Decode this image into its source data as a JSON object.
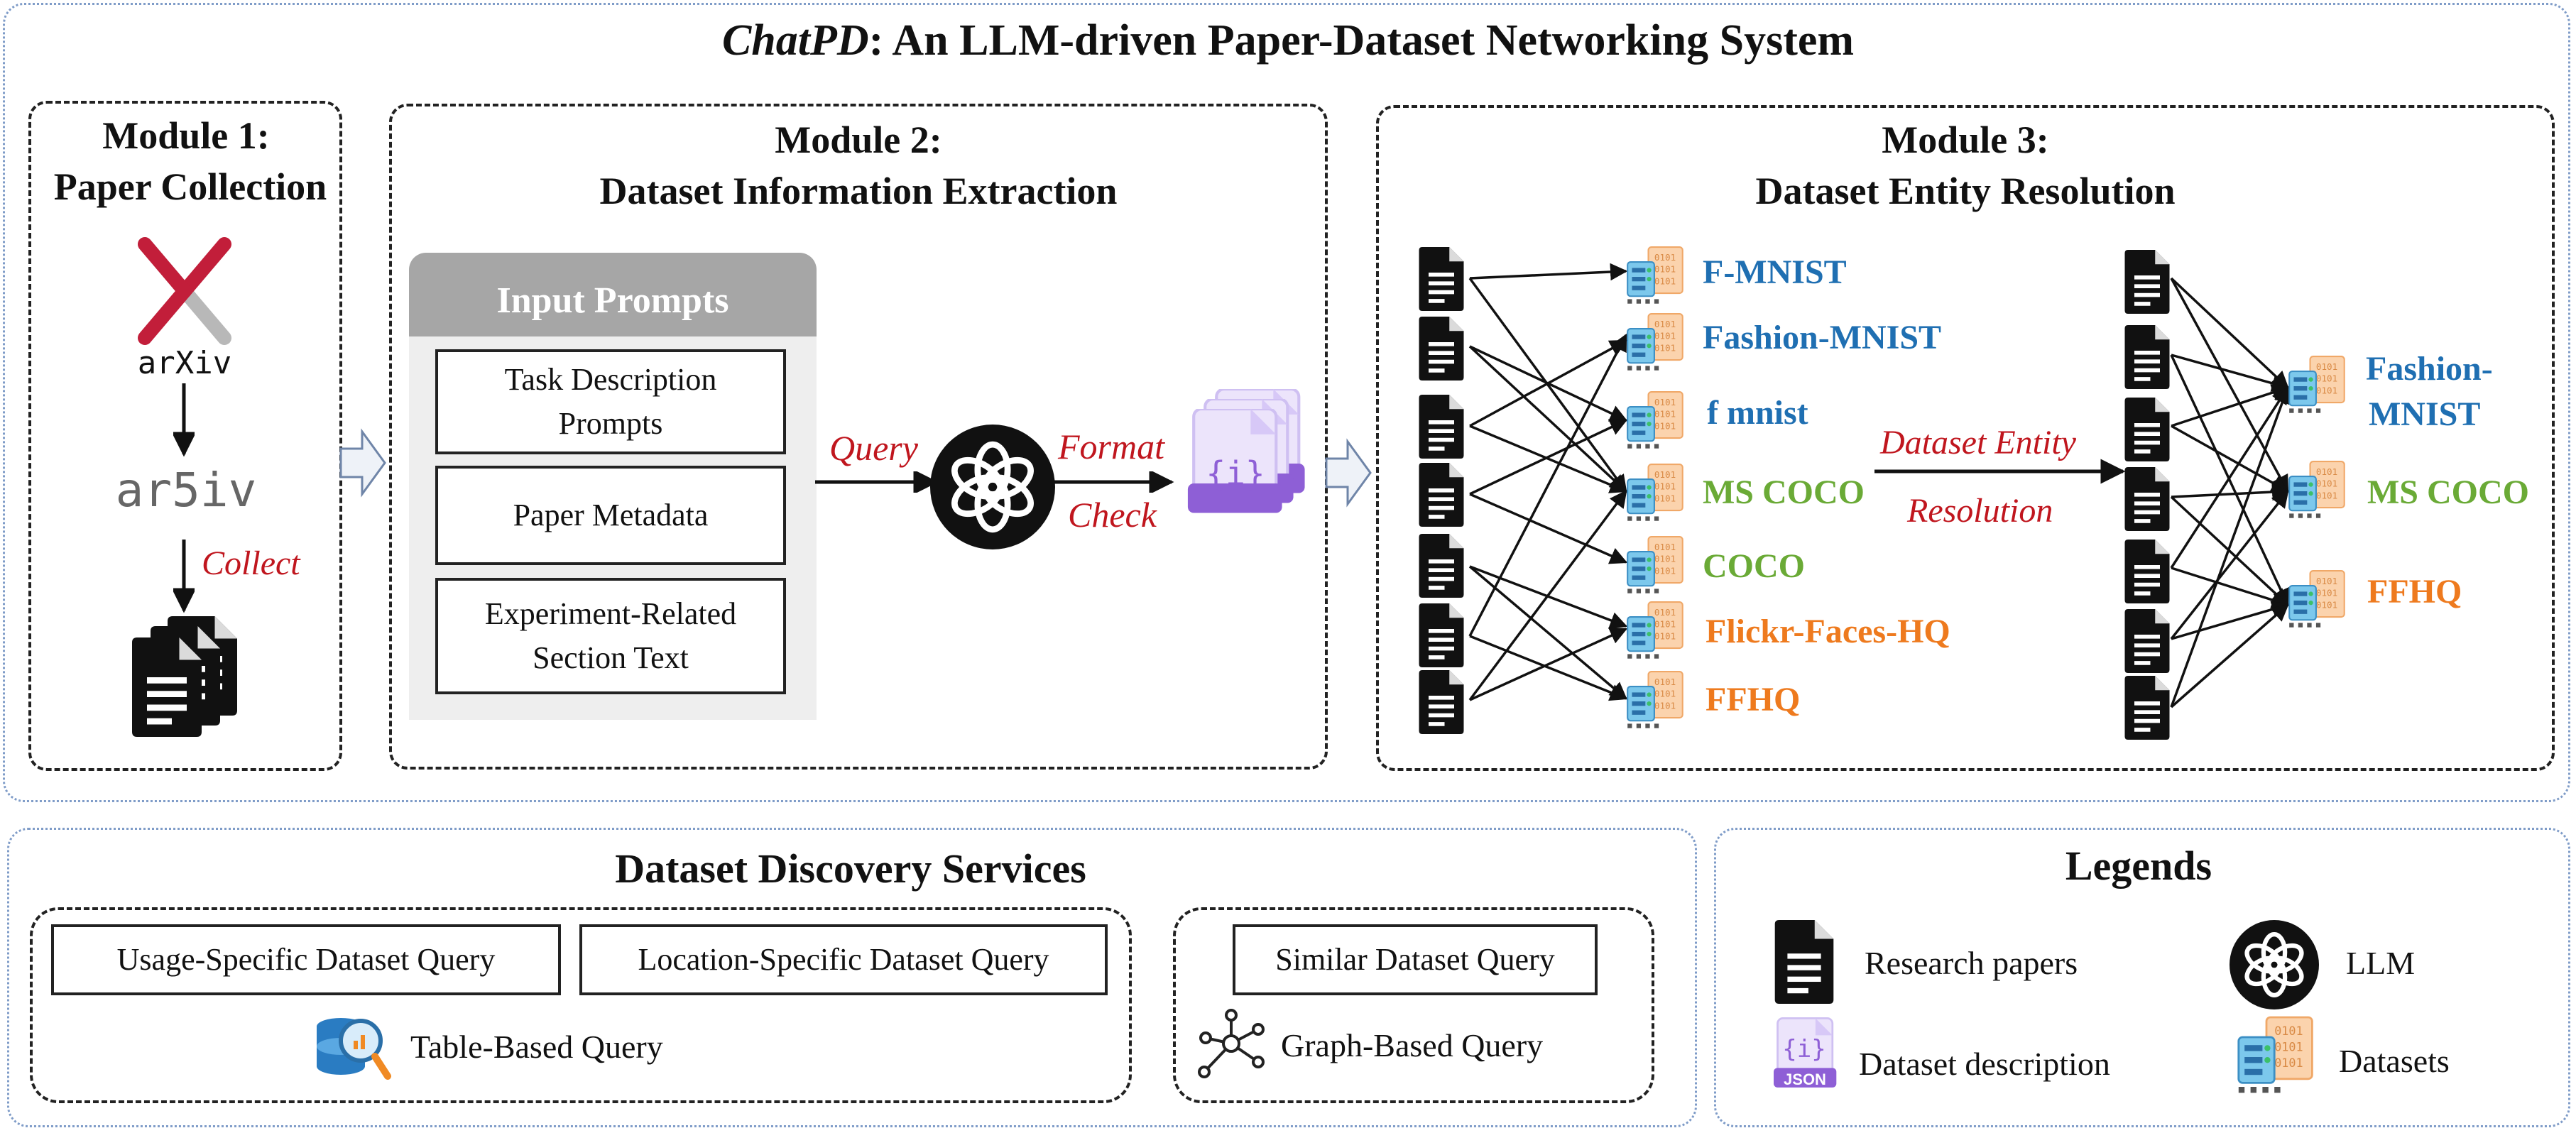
{
  "title": {
    "italic": "ChatPD",
    "rest": ":  An LLM-driven Paper-Dataset Networking System"
  },
  "module1": {
    "title_line1": "Module 1:",
    "title_line2": "Paper Collection",
    "arxiv_logo": "arXiv",
    "arxiv_new_logo": "ar5iv",
    "collect_label": "Collect"
  },
  "module2": {
    "title_line1": "Module 2:",
    "title_line2": "Dataset Information Extraction",
    "input_prompts_header": "Input Prompts",
    "prompts": [
      {
        "line1": "Task Description",
        "line2": "Prompts"
      },
      {
        "line1": "Paper Metadata",
        "line2": ""
      },
      {
        "line1": "Experiment-Related",
        "line2": "Section Text"
      }
    ],
    "query_label": "Query",
    "format_label": "Format",
    "check_label": "Check",
    "json_label": "JSON",
    "json_glyph": "{i}"
  },
  "module3": {
    "title_line1": "Module 3:",
    "title_line2": "Dataset Entity Resolution",
    "left_datasets": [
      {
        "name": "F-MNIST",
        "color": "#1f6fb2"
      },
      {
        "name": "Fashion-MNIST",
        "color": "#1f6fb2"
      },
      {
        "name": "f mnist",
        "color": "#1f6fb2"
      },
      {
        "name": "MS COCO",
        "color": "#6aaa36"
      },
      {
        "name": "COCO",
        "color": "#6aaa36"
      },
      {
        "name": "Flickr-Faces-HQ",
        "color": "#ee7a1e"
      },
      {
        "name": "FFHQ",
        "color": "#ee7a1e"
      }
    ],
    "arrow_label_line1": "Dataset Entity",
    "arrow_label_line2": "Resolution",
    "right_datasets": [
      {
        "line1": "Fashion-",
        "line2": "MNIST",
        "color": "#1f6fb2"
      },
      {
        "line1": "MS COCO",
        "line2": "",
        "color": "#6aaa36"
      },
      {
        "line1": "FFHQ",
        "line2": "",
        "color": "#ee7a1e"
      }
    ]
  },
  "services": {
    "title": "Dataset Discovery Services",
    "usage_query": "Usage-Specific Dataset Query",
    "location_query": "Location-Specific Dataset Query",
    "table_query": "Table-Based Query",
    "similar_query": "Similar Dataset Query",
    "graph_query": "Graph-Based Query"
  },
  "legends": {
    "title": "Legends",
    "research_papers": "Research papers",
    "llm": "LLM",
    "dataset_description": "Dataset description",
    "datasets": "Datasets"
  },
  "colors": {
    "frame_dotted": "#7f9cc8",
    "accent_red": "#c0161e",
    "mnist_blue": "#1f6fb2",
    "coco_green": "#6aaa36",
    "ffhq_orange": "#ee7a1e",
    "json_purple": "#8e5fd6"
  }
}
